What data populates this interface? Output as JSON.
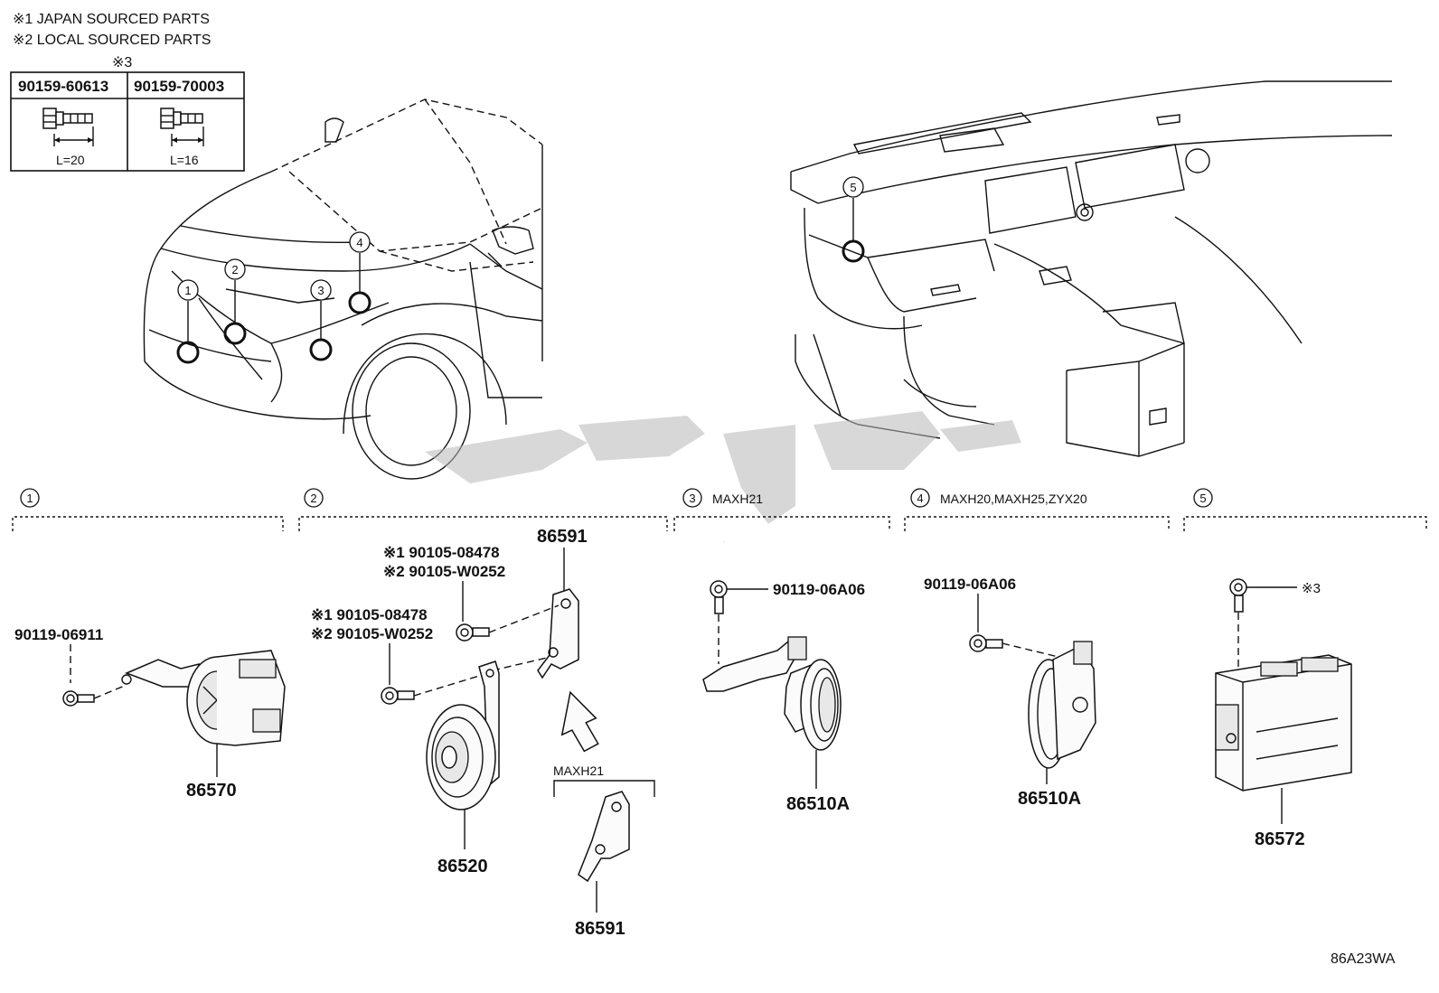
{
  "notes": {
    "note1": "※1 JAPAN SOURCED PARTS",
    "note2": "※2 LOCAL SOURCED PARTS",
    "note3_mark": "※3"
  },
  "bolt_table": {
    "col1_part": "90159-60613",
    "col1_length": "L=20",
    "col2_part": "90159-70003",
    "col2_length": "L=16"
  },
  "callouts": [
    "1",
    "2",
    "3",
    "4",
    "5"
  ],
  "sections": [
    {
      "number": "1",
      "label": ""
    },
    {
      "number": "2",
      "label": ""
    },
    {
      "number": "3",
      "label": "MAXH21"
    },
    {
      "number": "4",
      "label": "MAXH20,MAXH25,ZYX20"
    },
    {
      "number": "5",
      "label": ""
    }
  ],
  "parts": {
    "s1_bolt": "90119-06911",
    "s1_part": "86570",
    "s2_bracket_top": "86591",
    "s2_bolt_a1": "※1 90105-08478",
    "s2_bolt_a2": "※2 90105-W0252",
    "s2_bolt_b1": "※1 90105-08478",
    "s2_bolt_b2": "※2 90105-W0252",
    "s2_horn": "86520",
    "s2_variant": "MAXH21",
    "s2_bracket_bottom": "86591",
    "s3_bolt": "90119-06A06",
    "s3_part": "86510A",
    "s4_bolt": "90119-06A06",
    "s4_part": "86510A",
    "s5_bolt": "※3",
    "s5_part": "86572"
  },
  "diagram_id": "86A23WA",
  "watermark_text": "تویوتا"
}
